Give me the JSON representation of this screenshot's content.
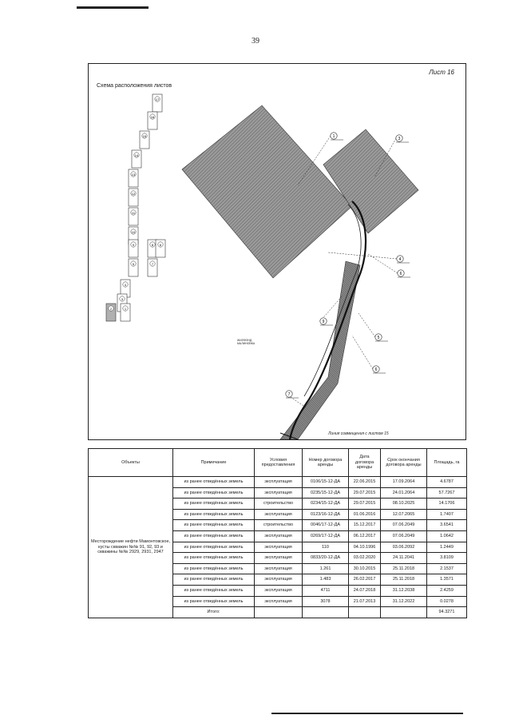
{
  "page_number": "39",
  "map": {
    "sheet_label": "Лист 16",
    "scheme_title": "Схема расположения листов",
    "match_line_label": "Линия совмещения с листом 15",
    "marker_text": "ЖИЛФОНД\nМАЛИНОВКА",
    "sheet_cells": [
      {
        "label": "17"
      },
      {
        "label": "16"
      },
      {
        "label": "15"
      },
      {
        "label": "14"
      },
      {
        "label": "13"
      },
      {
        "label": "12"
      },
      {
        "label": "11"
      },
      {
        "label": "10"
      },
      {
        "label": "9"
      },
      {
        "label": "8"
      },
      {
        "label": "7"
      },
      {
        "label": "6"
      },
      {
        "label": "5"
      },
      {
        "label": "4"
      },
      {
        "label": "3"
      },
      {
        "label": "2"
      },
      {
        "label": "1"
      }
    ],
    "callouts": [
      {
        "label": "1"
      },
      {
        "label": "3"
      },
      {
        "label": "4"
      },
      {
        "label": "6"
      },
      {
        "label": "5"
      },
      {
        "label": "6"
      },
      {
        "label": "7"
      },
      {
        "label": "9"
      }
    ]
  },
  "table": {
    "headers": [
      "Объекты",
      "Примечание",
      "Условия предоставления",
      "Номер договора аренды",
      "Дата договора аренды",
      "Срок окончания договора аренды",
      "Площадь, га"
    ],
    "object_name": "Месторождение нефти Мамонтовское, кусты скважин №№ 91, 92, 93 и скважины №№ 2929, 2931, 2947",
    "rows": [
      [
        "из ранее отведённых земель",
        "эксплуатация",
        "0106/15-12-ДА",
        "22.06.2015",
        "17.09.2064",
        "4.6787"
      ],
      [
        "из ранее отведённых земель",
        "эксплуатация",
        "0235/15-12-ДА",
        "29.07.2015",
        "24.01.2064",
        "57.7267"
      ],
      [
        "из ранее отведённых земель",
        "строительство",
        "0234/15-12-ДА",
        "29.07.2015",
        "08.10.2025",
        "14.1706"
      ],
      [
        "из ранее отведённых земель",
        "эксплуатация",
        "0123/16-12-ДА",
        "01.06.2016",
        "12.07.2065",
        "1.7407"
      ],
      [
        "из ранее отведённых земель",
        "строительство",
        "0046/17-12-ДА",
        "15.12.2017",
        "07.06.2049",
        "3.6541"
      ],
      [
        "из ранее отведённых земель",
        "эксплуатация",
        "0269/17-12-ДА",
        "06.12.2017",
        "07.06.2049",
        "1.0642"
      ],
      [
        "из ранее отведённых земель",
        "эксплуатация",
        "110",
        "04.10.1996",
        "03.06.2092",
        "1.2449"
      ],
      [
        "из ранее отведённых земель",
        "эксплуатация",
        "0833/20-12-ДА",
        "03.02.2020",
        "24.11.2041",
        "3.8109"
      ],
      [
        "из ранее отведённых земель",
        "эксплуатация",
        "1.261",
        "30.10.2015",
        "25.11.2018",
        "2.1537"
      ],
      [
        "из ранее отведённых земель",
        "эксплуатация",
        "1.483",
        "26.02.2017",
        "25.11.2018",
        "1.3571"
      ],
      [
        "из ранее отведённых земель",
        "эксплуатация",
        "4711",
        "24.07.2018",
        "31.12.2038",
        "2.4259"
      ],
      [
        "из ранее отведённых земель",
        "эксплуатация",
        "3078",
        "21.07.2013",
        "31.12.2022",
        "0.0278"
      ]
    ],
    "total_label": "Итого:",
    "total_value": "94.3271"
  }
}
